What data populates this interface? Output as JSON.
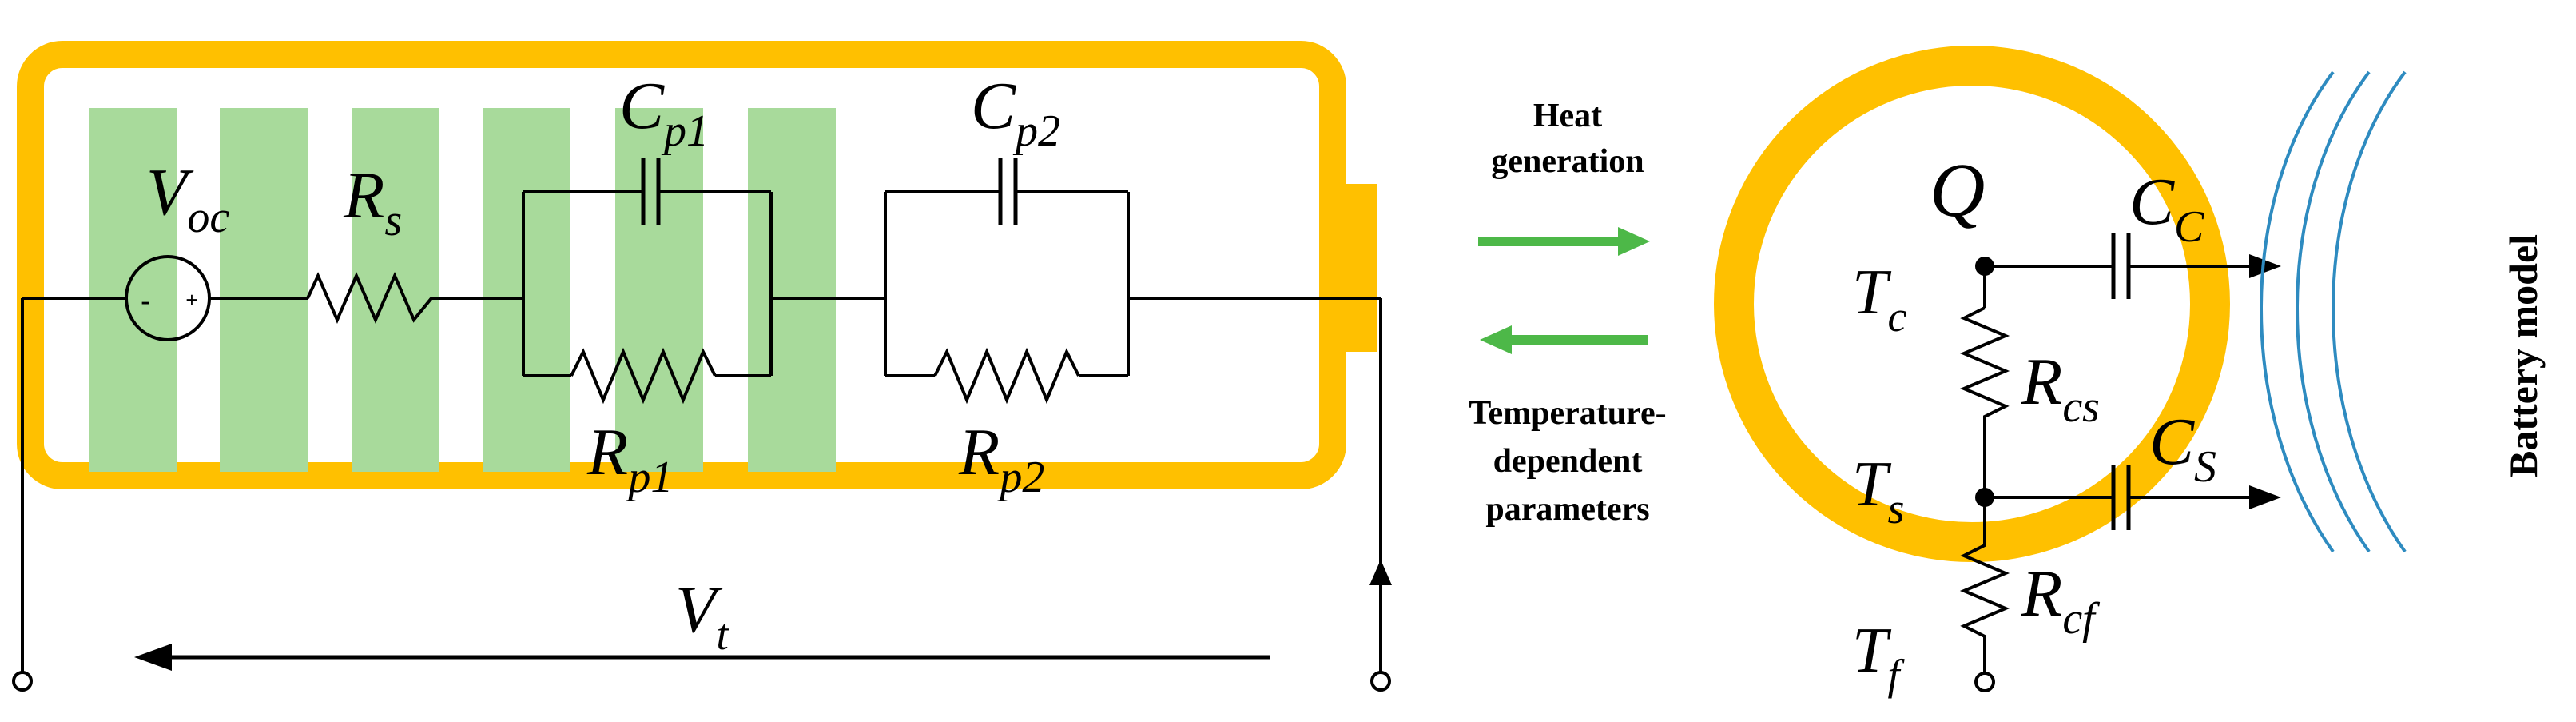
{
  "colors": {
    "casing": "#FFC000",
    "cells": "#A8DA9B",
    "arrow_green": "#4DB848",
    "waves": "#2E8BC0",
    "wire": "#000000"
  },
  "circuit": {
    "voc": {
      "main": "V",
      "sub": "oc"
    },
    "voc_minus": "-",
    "voc_plus": "+",
    "rs": {
      "main": "R",
      "sub": "s"
    },
    "cp1": {
      "main": "C",
      "sub": "p1"
    },
    "rp1": {
      "main": "R",
      "sub": "p1"
    },
    "cp2": {
      "main": "C",
      "sub": "p2"
    },
    "rp2": {
      "main": "R",
      "sub": "p2"
    },
    "vt": {
      "main": "V",
      "sub": "t"
    }
  },
  "coupling": {
    "heat_line1": "Heat",
    "heat_line2": "generation",
    "temp_line1": "Temperature-",
    "temp_line2": "dependent",
    "temp_line3": "parameters"
  },
  "thermal": {
    "q": "Q",
    "tc": {
      "main": "T",
      "sub": "c"
    },
    "ts": {
      "main": "T",
      "sub": "s"
    },
    "tf": {
      "main": "T",
      "sub": "f"
    },
    "cc": {
      "main": "C",
      "sub": "C"
    },
    "cs": {
      "main": "C",
      "sub": "S"
    },
    "rcs": {
      "main": "R",
      "sub": "cs"
    },
    "rcf": {
      "main": "R",
      "sub": "cf"
    }
  },
  "side_label": "Battery model"
}
